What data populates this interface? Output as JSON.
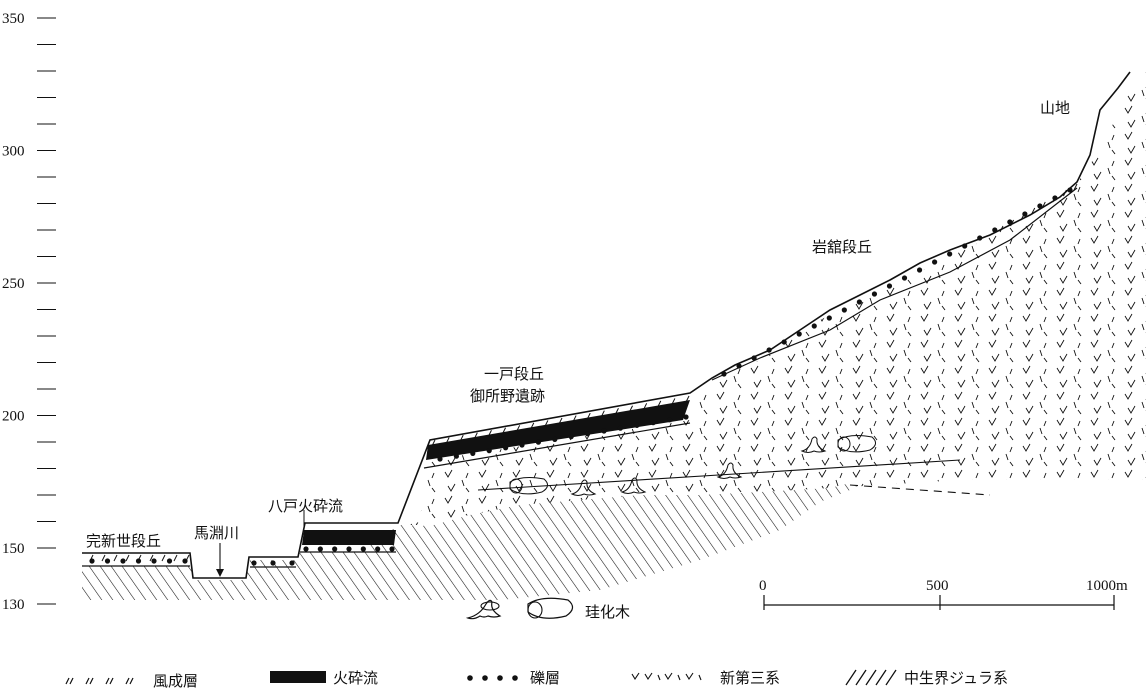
{
  "y_axis": {
    "labeled_ticks": [
      "350",
      "300",
      "250",
      "200",
      "150",
      "130"
    ]
  },
  "place_labels": {
    "mountain": "山地",
    "iwadate_terrace": "岩舘段丘",
    "ichinohe_terrace_line1": "一戸段丘",
    "ichinohe_terrace_line2": "御所野遺跡",
    "hachinohe_flow": "八戸火砕流",
    "mabuchi_river": "馬淵川",
    "holocene_terrace": "完新世段丘"
  },
  "scale_bar": {
    "labels": [
      "0",
      "500",
      "1000m"
    ]
  },
  "silicified_wood_label": "珪化木",
  "legend": [
    {
      "key": "aeolian",
      "label": "風成層"
    },
    {
      "key": "pyroclastic",
      "label": "火砕流"
    },
    {
      "key": "gravel",
      "label": "礫層"
    },
    {
      "key": "neogene",
      "label": "新第三系"
    },
    {
      "key": "jurassic",
      "label": "中生界ジュラ系"
    }
  ]
}
